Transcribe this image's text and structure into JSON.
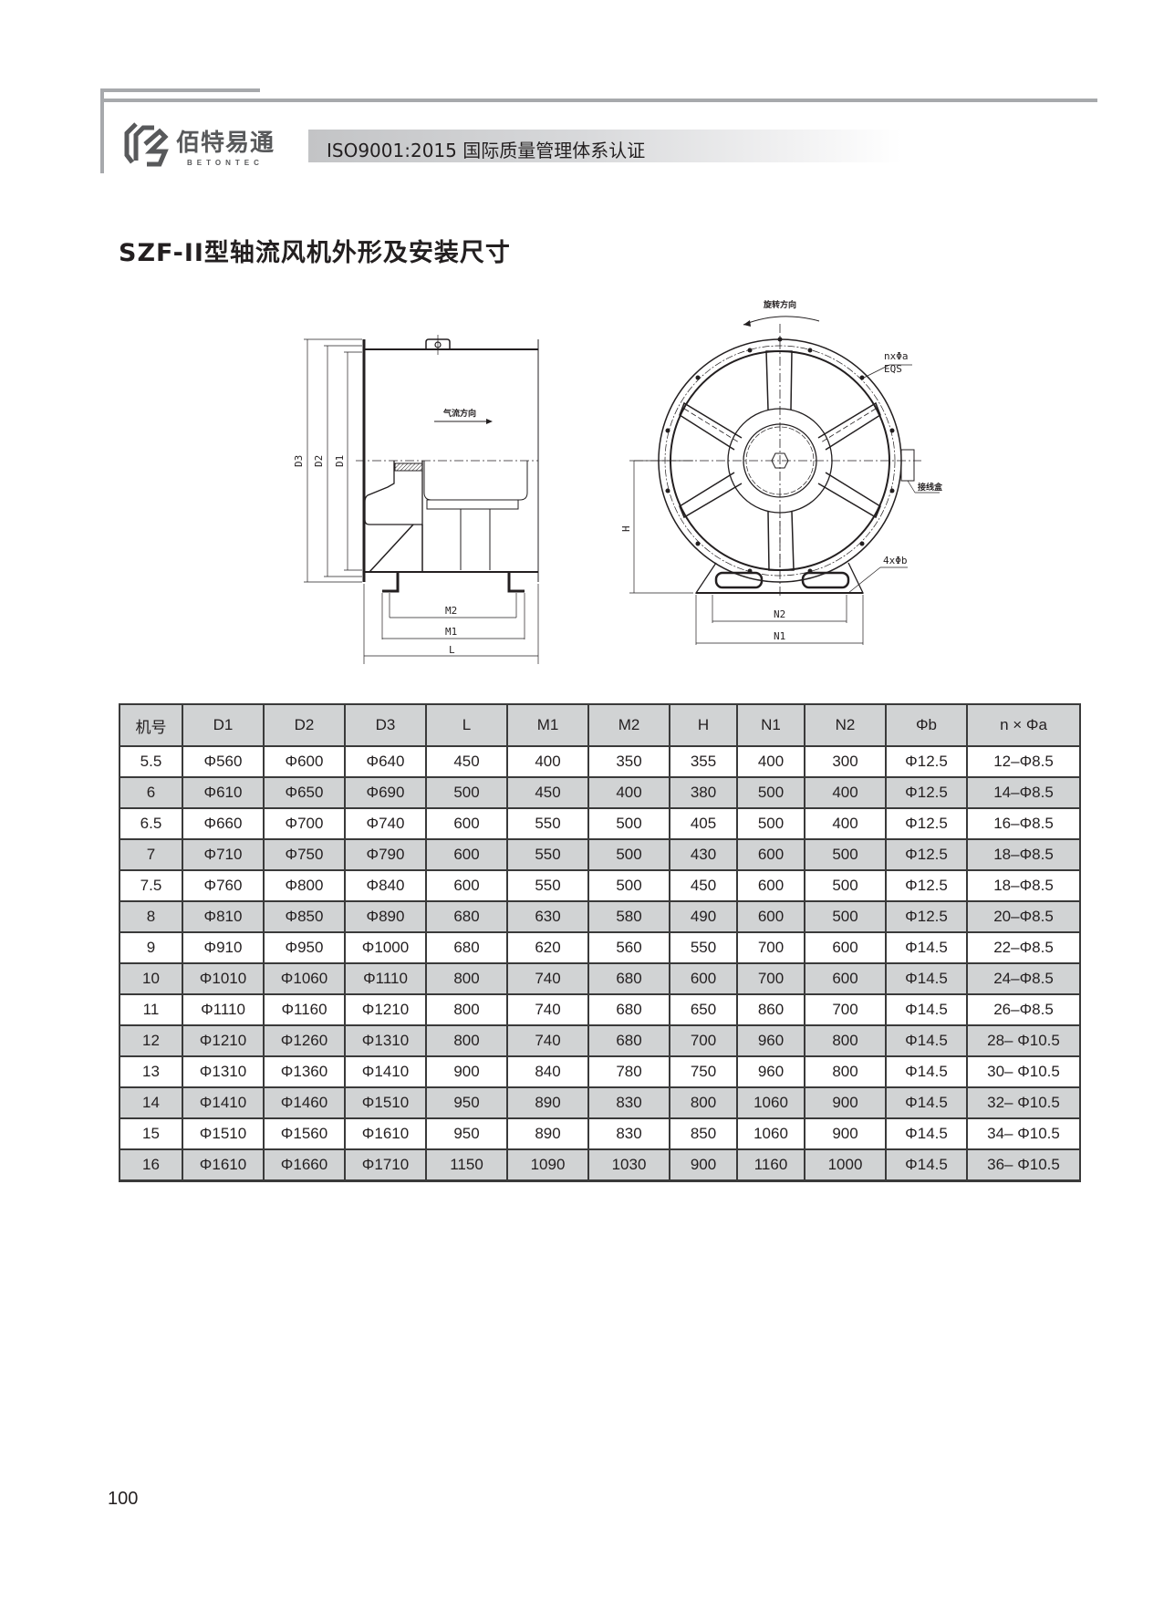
{
  "header": {
    "brand_cn": "佰特易通",
    "brand_en": "BETONTEC",
    "certification": "ISO9001:2015 国际质量管理体系认证"
  },
  "page_title": "SZF-II型轴流风机外形及安装尺寸",
  "drawing": {
    "side_view": {
      "labels": {
        "d3": "D3",
        "d2": "D2",
        "d1": "D1",
        "airflow": "气流方向",
        "m2": "M2",
        "m1": "M1",
        "l": "L"
      }
    },
    "front_view": {
      "labels": {
        "rotation": "旋转方向",
        "holes": "nxΦa",
        "eqs": "EQS",
        "junction_box": "接线盒",
        "base_holes": "4xΦb",
        "h": "H",
        "n2": "N2",
        "n1": "N1"
      }
    }
  },
  "table": {
    "columns": [
      "机号",
      "D1",
      "D2",
      "D3",
      "L",
      "M1",
      "M2",
      "H",
      "N1",
      "N2",
      "Φb",
      "n × Φa"
    ],
    "rows": [
      [
        "5.5",
        "Φ560",
        "Φ600",
        "Φ640",
        "450",
        "400",
        "350",
        "355",
        "400",
        "300",
        "Φ12.5",
        "12–Φ8.5"
      ],
      [
        "6",
        "Φ610",
        "Φ650",
        "Φ690",
        "500",
        "450",
        "400",
        "380",
        "500",
        "400",
        "Φ12.5",
        "14–Φ8.5"
      ],
      [
        "6.5",
        "Φ660",
        "Φ700",
        "Φ740",
        "600",
        "550",
        "500",
        "405",
        "500",
        "400",
        "Φ12.5",
        "16–Φ8.5"
      ],
      [
        "7",
        "Φ710",
        "Φ750",
        "Φ790",
        "600",
        "550",
        "500",
        "430",
        "600",
        "500",
        "Φ12.5",
        "18–Φ8.5"
      ],
      [
        "7.5",
        "Φ760",
        "Φ800",
        "Φ840",
        "600",
        "550",
        "500",
        "450",
        "600",
        "500",
        "Φ12.5",
        "18–Φ8.5"
      ],
      [
        "8",
        "Φ810",
        "Φ850",
        "Φ890",
        "680",
        "630",
        "580",
        "490",
        "600",
        "500",
        "Φ12.5",
        "20–Φ8.5"
      ],
      [
        "9",
        "Φ910",
        "Φ950",
        "Φ1000",
        "680",
        "620",
        "560",
        "550",
        "700",
        "600",
        "Φ14.5",
        "22–Φ8.5"
      ],
      [
        "10",
        "Φ1010",
        "Φ1060",
        "Φ1110",
        "800",
        "740",
        "680",
        "600",
        "700",
        "600",
        "Φ14.5",
        "24–Φ8.5"
      ],
      [
        "11",
        "Φ1110",
        "Φ1160",
        "Φ1210",
        "800",
        "740",
        "680",
        "650",
        "860",
        "700",
        "Φ14.5",
        "26–Φ8.5"
      ],
      [
        "12",
        "Φ1210",
        "Φ1260",
        "Φ1310",
        "800",
        "740",
        "680",
        "700",
        "960",
        "800",
        "Φ14.5",
        "28– Φ10.5"
      ],
      [
        "13",
        "Φ1310",
        "Φ1360",
        "Φ1410",
        "900",
        "840",
        "780",
        "750",
        "960",
        "800",
        "Φ14.5",
        "30– Φ10.5"
      ],
      [
        "14",
        "Φ1410",
        "Φ1460",
        "Φ1510",
        "950",
        "890",
        "830",
        "800",
        "1060",
        "900",
        "Φ14.5",
        "32– Φ10.5"
      ],
      [
        "15",
        "Φ1510",
        "Φ1560",
        "Φ1610",
        "950",
        "890",
        "830",
        "850",
        "1060",
        "900",
        "Φ14.5",
        "34– Φ10.5"
      ],
      [
        "16",
        "Φ1610",
        "Φ1660",
        "Φ1710",
        "1150",
        "1090",
        "1030",
        "900",
        "1160",
        "1000",
        "Φ14.5",
        "36– Φ10.5"
      ]
    ]
  },
  "page_number": "100"
}
